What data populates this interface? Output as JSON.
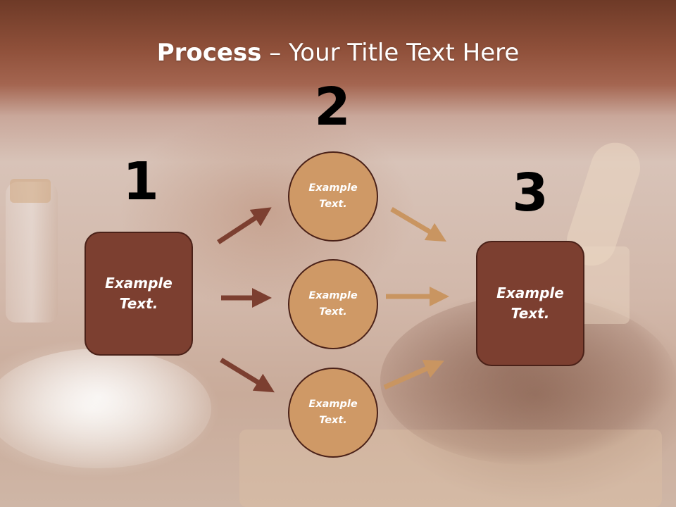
{
  "title": {
    "bold": "Process",
    "rest": " – Your Title Text Here"
  },
  "steps": [
    {
      "number": "1",
      "label": "Example\nText."
    },
    {
      "number": "2"
    },
    {
      "number": "3",
      "label": "Example\nText."
    }
  ],
  "circles": [
    {
      "label": "Example\nText."
    },
    {
      "label": "Example\nText."
    },
    {
      "label": "Example\nText."
    }
  ],
  "colors": {
    "box_fill": "#7c3f30",
    "circle_fill": "#cf9966",
    "arrow_dark": "#7c3f30",
    "arrow_light": "#c99561",
    "outline": "#4a2118"
  }
}
